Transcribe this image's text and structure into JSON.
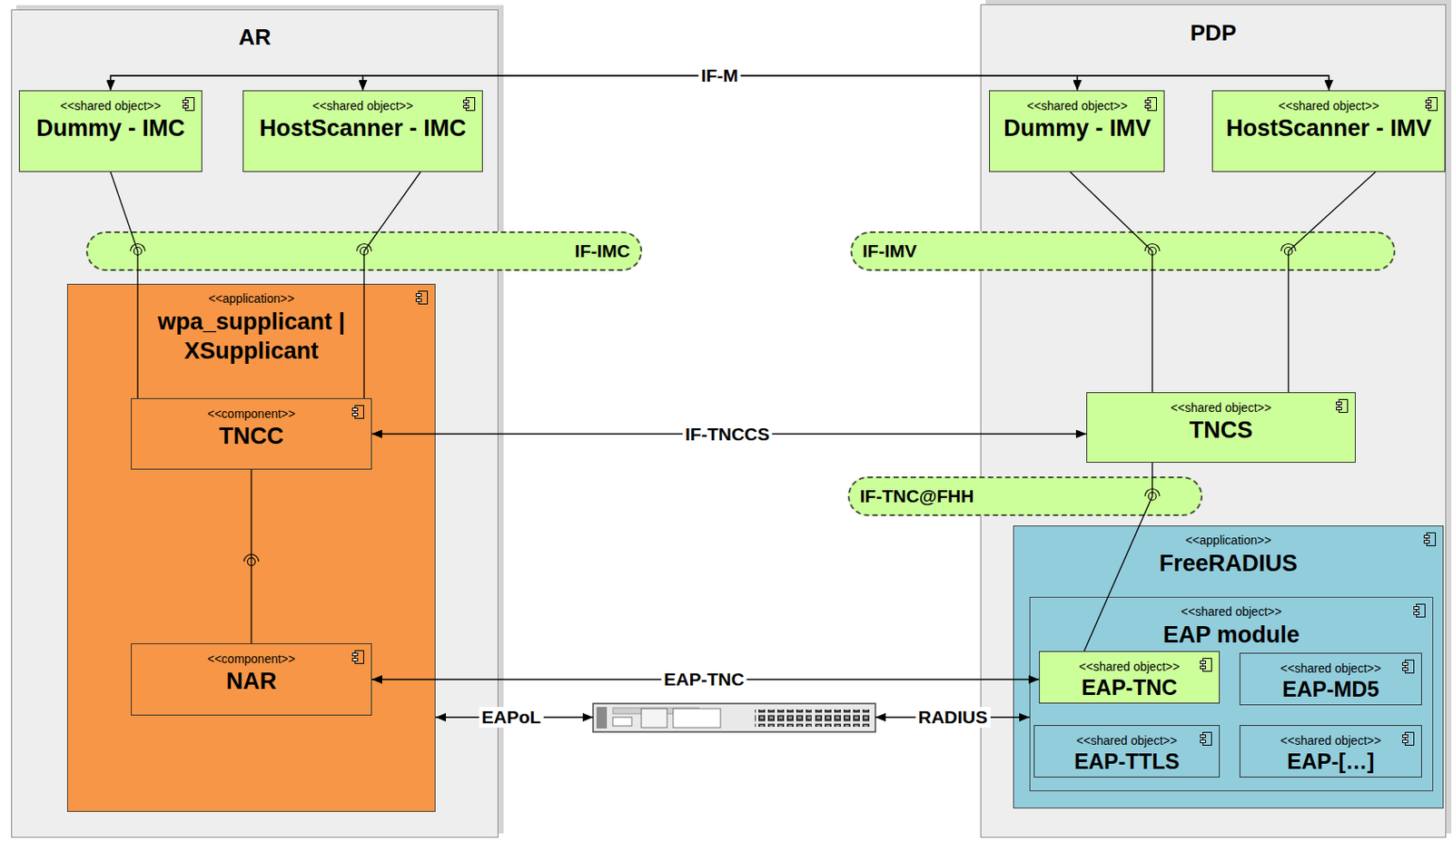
{
  "diagram": {
    "nodes": [
      {
        "text": [
          "AR"
        ]
      },
      {
        "text": [
          "<<shared object>>",
          "Dummy - IMC"
        ],
        "in": 0
      },
      {
        "text": [
          "<<shared object>>",
          "HostScanner - IMC"
        ],
        "in": 0
      },
      {
        "text": [
          "IF-IMC"
        ]
      },
      {
        "text": [
          "<<application>>",
          "wpa_supplicant | XSupplicant"
        ],
        "in": 0
      },
      {
        "text": [
          "<<component>>",
          "TNCC"
        ],
        "in": 4
      },
      {
        "text": [
          "<<component>>",
          "NAR"
        ],
        "in": 4
      },
      {
        "text": [
          "PDP"
        ]
      },
      {
        "text": [
          "<<shared object>>",
          "Dummy - IMV"
        ],
        "in": 7
      },
      {
        "text": [
          "<<shared object>>",
          "HostScanner - IMV"
        ],
        "in": 7
      },
      {
        "text": [
          "IF-IMV"
        ]
      },
      {
        "text": [
          "<<shared object>>",
          "TNCS"
        ],
        "in": 7
      },
      {
        "text": [
          "IF-TNC@FHH"
        ]
      },
      {
        "text": [
          "<<application>>",
          "FreeRADIUS"
        ],
        "in": 7
      },
      {
        "text": [
          "<<shared object>>",
          "EAP module"
        ],
        "in": 13
      },
      {
        "text": [
          "<<shared object>>",
          "EAP-TNC"
        ],
        "in": 14
      },
      {
        "text": [
          "<<shared object>>",
          "EAP-MD5"
        ],
        "in": 14
      },
      {
        "text": [
          "<<shared object>>",
          "EAP-TTLS"
        ],
        "in": 14
      },
      {
        "text": [
          "<<shared object>>",
          "EAP-[…]"
        ],
        "in": 14
      }
    ],
    "edges": [
      {
        "from": 1,
        "to": 8,
        "arrow": "both",
        "label": "IF-M"
      },
      {
        "from": 1,
        "to": 9,
        "arrow": "both"
      },
      {
        "from": 2,
        "to": 8,
        "arrow": "both"
      },
      {
        "from": 2,
        "to": 9,
        "arrow": "both"
      },
      {
        "from": 1,
        "to": 5,
        "arrow": "none"
      },
      {
        "from": 2,
        "to": 5,
        "arrow": "none"
      },
      {
        "from": 5,
        "to": 6,
        "arrow": "none"
      },
      {
        "from": 5,
        "to": 11,
        "arrow": "both",
        "label": "IF-TNCCS"
      },
      {
        "from": 6,
        "to": 15,
        "arrow": "both",
        "label": "EAP-TNC"
      },
      {
        "from": 8,
        "to": 11,
        "arrow": "none"
      },
      {
        "from": 9,
        "to": 11,
        "arrow": "none"
      },
      {
        "from": 11,
        "to": 15,
        "arrow": "none"
      }
    ],
    "labels": [
      "EAPoL",
      "RADIUS"
    ]
  }
}
